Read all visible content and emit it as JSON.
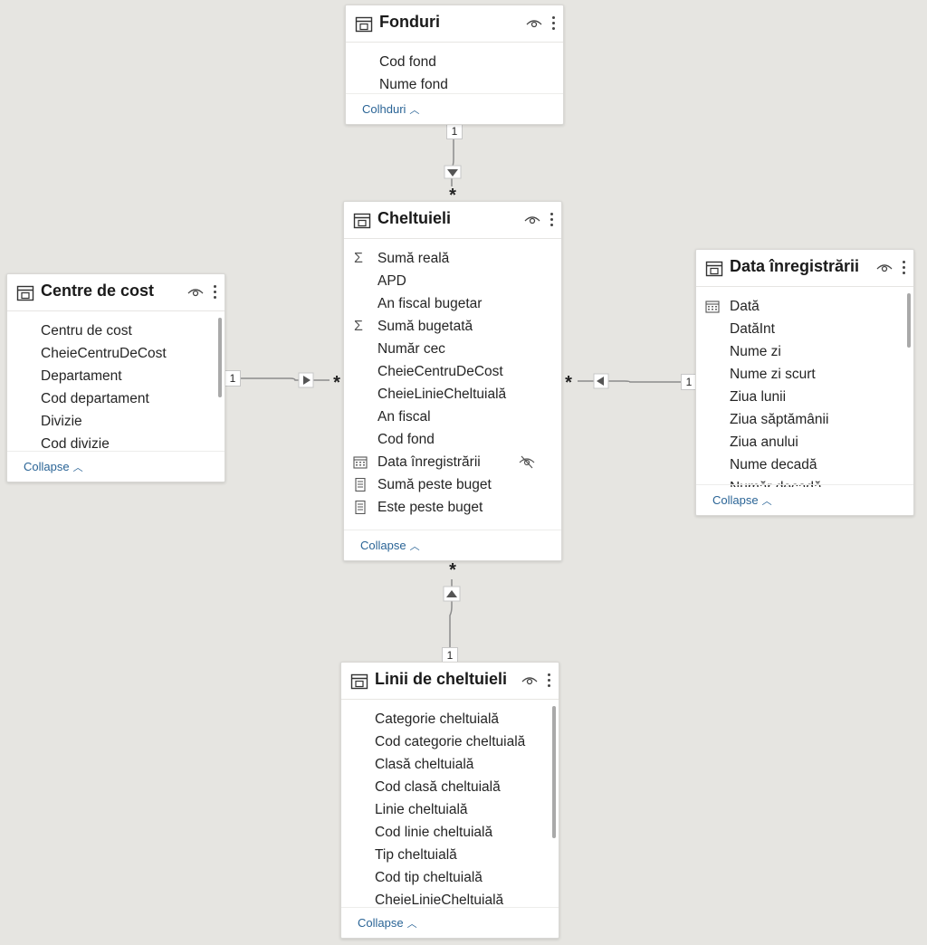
{
  "tables": {
    "fonduri": {
      "title": "Fonduri",
      "fields": [
        "Cod fond",
        "Nume fond"
      ],
      "footer": "Colhduri"
    },
    "cheltuieli": {
      "title": "Cheltuieli",
      "fields": [
        {
          "label": "Sumă reală",
          "icon": "sigma-icon"
        },
        {
          "label": "APD",
          "icon": ""
        },
        {
          "label": "An fiscal bugetar",
          "icon": ""
        },
        {
          "label": "Sumă bugetată",
          "icon": "sigma-icon"
        },
        {
          "label": "Număr cec",
          "icon": ""
        },
        {
          "label": "CheieCentruDeCost",
          "icon": ""
        },
        {
          "label": "CheieLinieCheltuială",
          "icon": ""
        },
        {
          "label": "An fiscal",
          "icon": ""
        },
        {
          "label": "Cod fond",
          "icon": ""
        },
        {
          "label": "Data înregistrării",
          "icon": "calendar-hierarchy-icon",
          "hidden": true
        },
        {
          "label": "Sumă peste buget",
          "icon": "calculated-column-icon"
        },
        {
          "label": "Este peste buget",
          "icon": "calculated-column-icon"
        }
      ],
      "footer": "Collapse"
    },
    "centre": {
      "title": "Centre de cost",
      "fields": [
        "Centru de cost",
        "CheieCentruDeCost",
        "Departament",
        "Cod departament",
        "Divizie",
        "Cod divizie"
      ],
      "footer": "Collapse"
    },
    "data": {
      "title": "Data înregistrării",
      "fields": [
        {
          "label": "Dată",
          "icon": "calendar-icon"
        },
        {
          "label": "DatăInt",
          "icon": ""
        },
        {
          "label": "Nume zi",
          "icon": ""
        },
        {
          "label": "Nume zi scurt",
          "icon": ""
        },
        {
          "label": "Ziua lunii",
          "icon": ""
        },
        {
          "label": "Ziua săptămânii",
          "icon": ""
        },
        {
          "label": "Ziua anului",
          "icon": ""
        },
        {
          "label": "Nume decadă",
          "icon": ""
        },
        {
          "label": "Număr decadă",
          "icon": ""
        }
      ],
      "footer": "Collapse"
    },
    "linii": {
      "title": "Linii de cheltuieli",
      "fields": [
        "Categorie cheltuială",
        "Cod categorie cheltuială",
        "Clasă cheltuială",
        "Cod clasă cheltuială",
        "Linie cheltuială",
        "Cod linie cheltuială",
        "Tip cheltuială",
        "Cod tip cheltuială",
        "CheieLinieCheltuială"
      ],
      "footer": "Collapse"
    }
  },
  "relationships": {
    "one_label": "1",
    "many_label": "*"
  },
  "colors": {
    "background": "#e6e5e1",
    "card": "#ffffff",
    "link": "#2a6496",
    "line": "#8c8c8c"
  }
}
